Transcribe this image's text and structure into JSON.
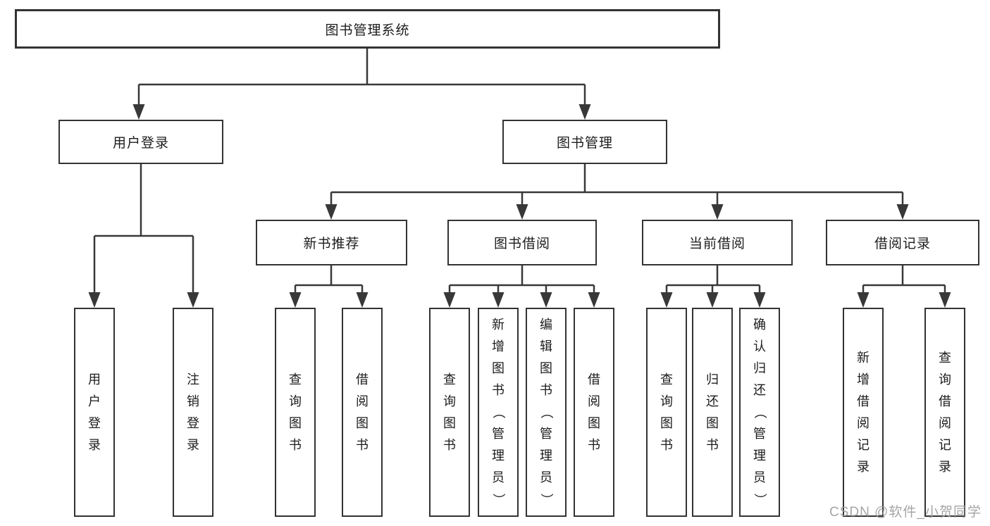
{
  "nodes": {
    "root": "图书管理系统",
    "level2": [
      {
        "label": "用户登录"
      },
      {
        "label": "图书管理"
      }
    ],
    "level3": [
      {
        "label": "新书推荐"
      },
      {
        "label": "图书借阅"
      },
      {
        "label": "当前借阅"
      },
      {
        "label": "借阅记录"
      }
    ],
    "leaves": [
      {
        "label": "用户登录"
      },
      {
        "label": "注销登录"
      },
      {
        "label": "查询图书"
      },
      {
        "label": "借阅图书"
      },
      {
        "label": "查询图书"
      },
      {
        "label": "新增图书（管理员）"
      },
      {
        "label": "编辑图书（管理员）"
      },
      {
        "label": "借阅图书"
      },
      {
        "label": "查询图书"
      },
      {
        "label": "归还图书"
      },
      {
        "label": "确认归还（管理员）"
      },
      {
        "label": "新增借阅记录"
      },
      {
        "label": "查询借阅记录"
      }
    ]
  },
  "watermark": "CSDN @软件_小贺同学",
  "colors": {
    "line": "#383838",
    "border": "#333333",
    "text": "#1c1c1c",
    "watermark": "#9c9c9c",
    "background": "#ffffff"
  }
}
